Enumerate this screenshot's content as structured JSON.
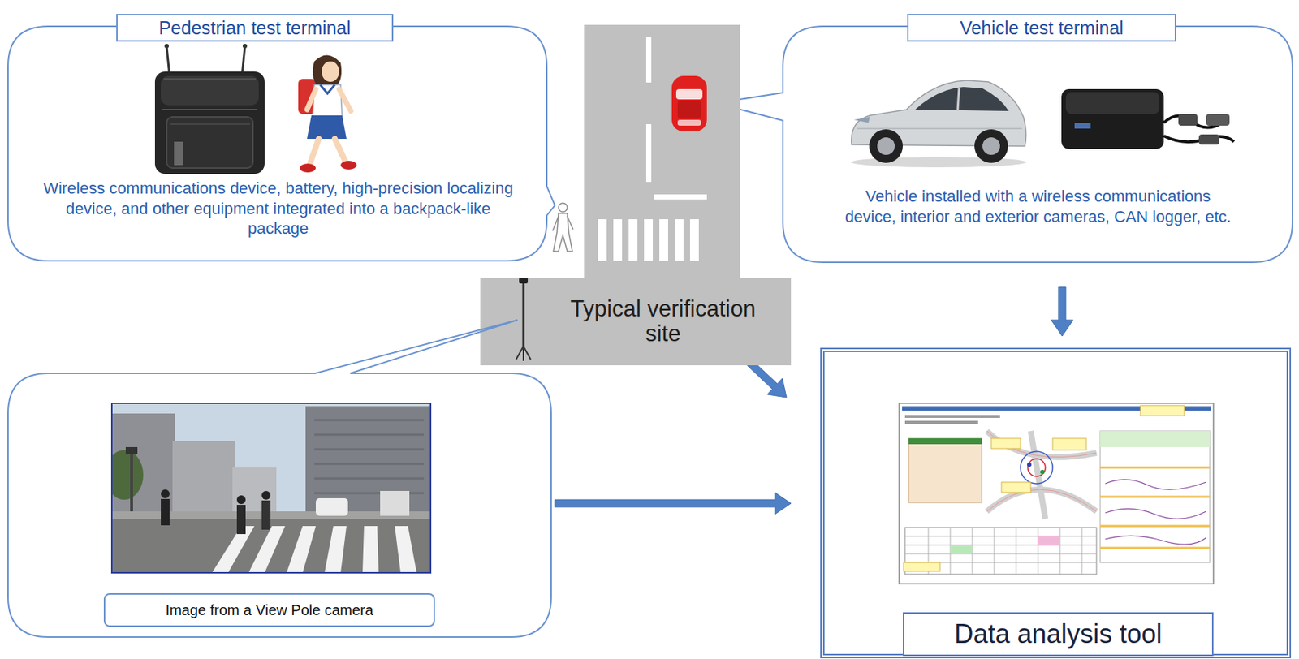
{
  "diagram": {
    "nodes": [
      {
        "text": [
          "Pedestrian test terminal",
          "Wireless communications device, battery, high-precision localizing device, and other equipment integrated into a backpack-like package"
        ]
      },
      {
        "text": [
          "Vehicle test terminal",
          "Vehicle installed with a wireless communications device, interior and exterior cameras, CAN logger, etc."
        ]
      },
      {
        "text": [
          "Typical verification site"
        ]
      },
      {
        "text": [
          "Image from a View Pole camera"
        ]
      },
      {
        "text": [
          "Data analysis tool"
        ]
      }
    ],
    "edges": [
      {
        "from": 1,
        "to": 4,
        "arrow": "to"
      },
      {
        "from": 2,
        "to": 4,
        "arrow": "to"
      },
      {
        "from": 3,
        "to": 4,
        "arrow": "to"
      }
    ]
  }
}
